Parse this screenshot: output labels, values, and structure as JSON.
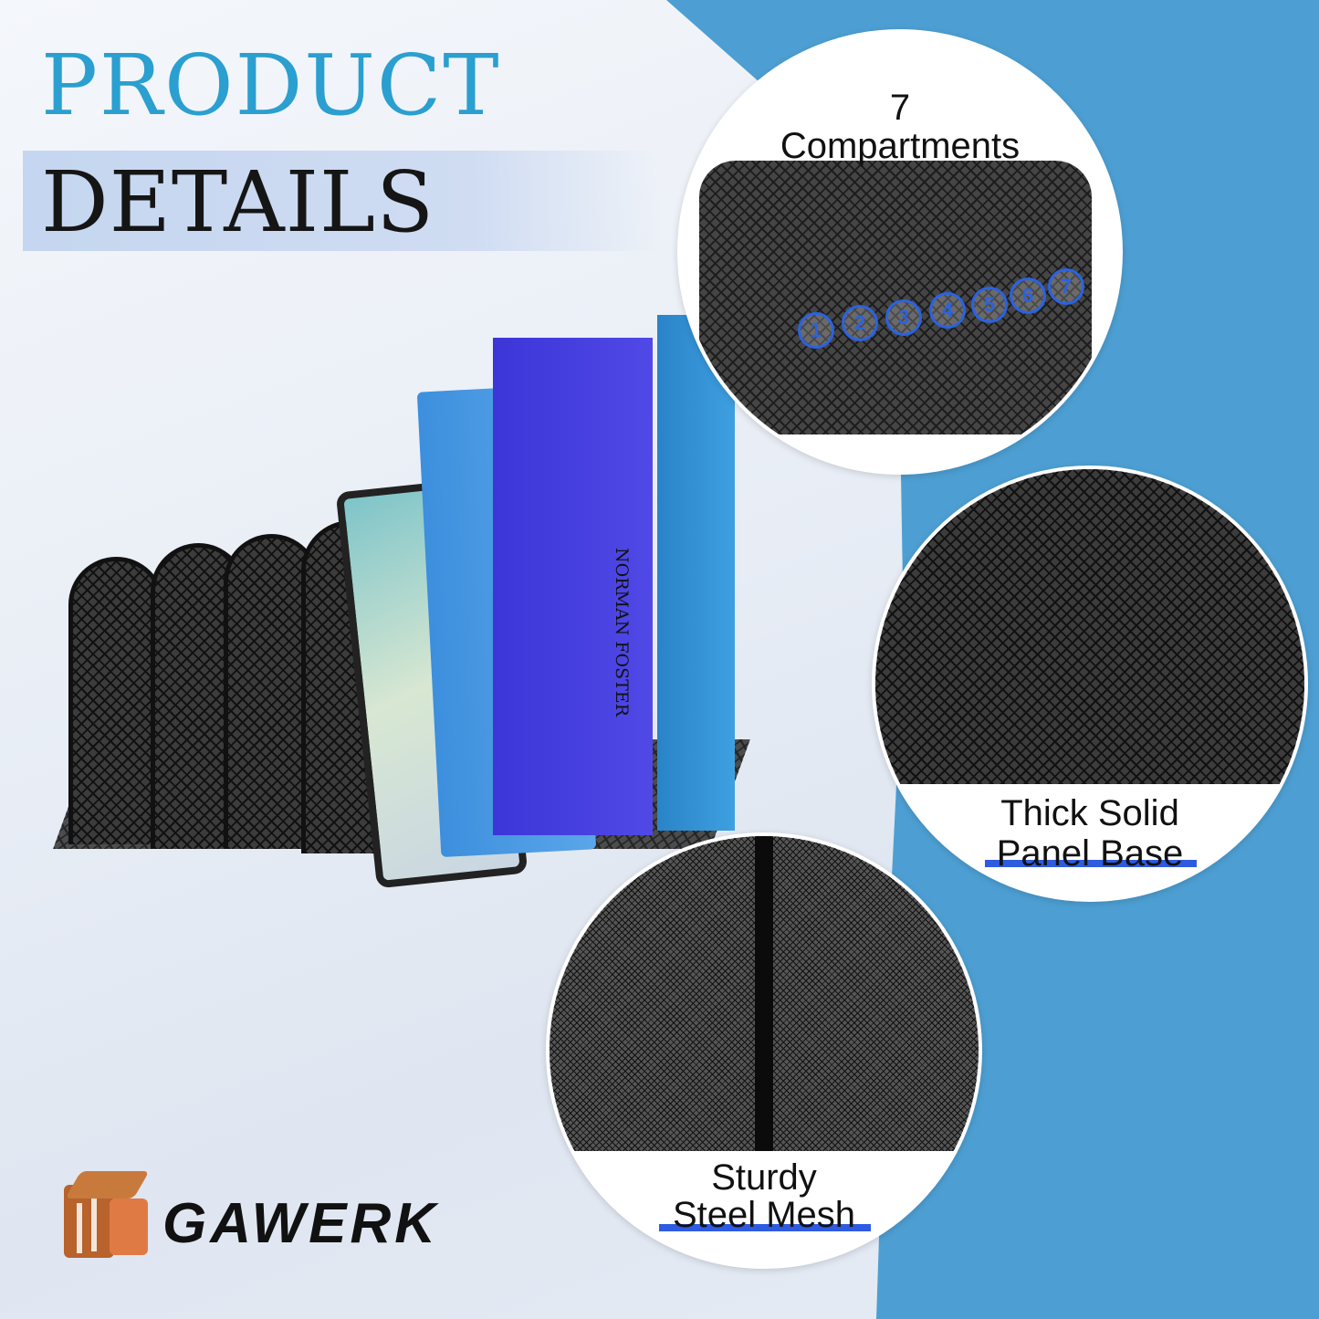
{
  "header": {
    "title_line1": "PRODUCT",
    "title_line2": "DETAILS"
  },
  "features": [
    {
      "count": "7",
      "label": "Compartments",
      "numbers": [
        "1",
        "2",
        "3",
        "4",
        "5",
        "6",
        "7"
      ]
    },
    {
      "line1": "Thick Solid",
      "line2": "Panel Base"
    },
    {
      "line1": "Sturdy",
      "line2": "Steel Mesh"
    }
  ],
  "product": {
    "book_spine_text": "NORMAN FOSTER"
  },
  "brand": {
    "logo_text": "GAWERK"
  },
  "colors": {
    "accent_blue": "#4d9fd3",
    "title_blue": "#2a9fd0",
    "underline_blue": "#2f5be0",
    "logo_orange": "#c8703a"
  }
}
